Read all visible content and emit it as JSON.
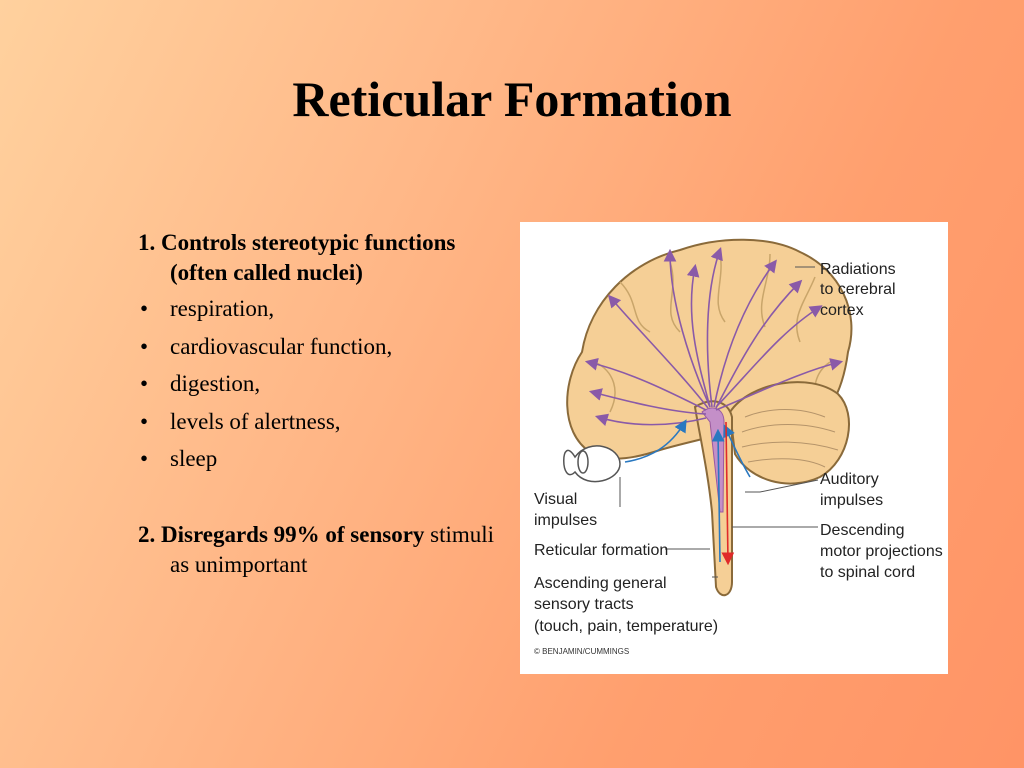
{
  "slide": {
    "title": "Reticular Formation",
    "point1": {
      "number": "1.",
      "text": "Controls stereotypic functions (often called nuclei)"
    },
    "bullets": [
      "respiration,",
      "cardiovascular function,",
      "digestion,",
      "levels of alertness,",
      "sleep"
    ],
    "point2": {
      "number": "2.",
      "bold_text": "Disregards 99% of sensory",
      "text": "stimuli as unimportant"
    }
  },
  "figure": {
    "labels": {
      "radiations": [
        "Radiations",
        "to cerebral",
        "cortex"
      ],
      "auditory": [
        "Auditory",
        "impulses"
      ],
      "descending": [
        "Descending",
        "motor projections",
        "to spinal cord"
      ],
      "visual": [
        "Visual",
        "impulses"
      ],
      "reticular": [
        "Reticular formation"
      ],
      "ascending": [
        "Ascending general",
        "sensory tracts",
        "(touch, pain, temperature)"
      ]
    },
    "credit": "© BENJAMIN/CUMMINGS",
    "colors": {
      "brain": "#f5cf96",
      "outline": "#8a6a3a",
      "radiation_arrows": "#8a5aa8",
      "sensory_arrows": "#2a78c0",
      "motor_arrow": "#e02a2a"
    }
  }
}
